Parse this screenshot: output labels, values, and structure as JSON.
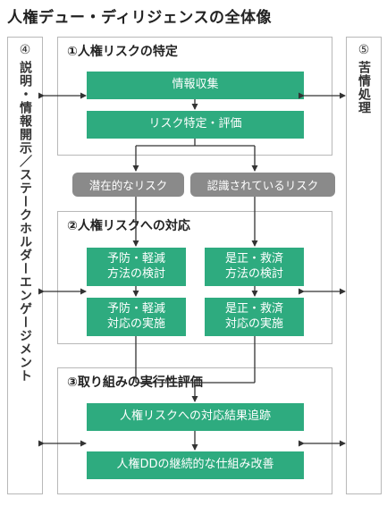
{
  "title": "人権デュー・ディリジェンスの全体像",
  "left_panel": {
    "number": "④",
    "label": "説明・情報開示／ステークホルダーエンゲージメント"
  },
  "right_panel": {
    "number": "⑤",
    "label": "苦情処理"
  },
  "section1": {
    "title": "①人権リスクの特定",
    "steps": [
      "情報収集",
      "リスク特定・評価"
    ]
  },
  "risk_labels": [
    "潜在的なリスク",
    "認識されているリスク"
  ],
  "section2": {
    "title": "②人権リスクへの対応",
    "boxes": [
      "予防・軽減\n方法の検討",
      "是正・救済\n方法の検討",
      "予防・軽減\n対応の実施",
      "是正・救済\n対応の実施"
    ]
  },
  "section3": {
    "title": "③取り組みの実行性評価",
    "steps": [
      "人権リスクへの対応結果追跡",
      "人権DDの継続的な仕組み改善"
    ]
  },
  "colors": {
    "step_green": "#2eab7f",
    "risk_gray": "#8a8a8a",
    "border": "#b8b8b8",
    "arrow": "#333333"
  }
}
